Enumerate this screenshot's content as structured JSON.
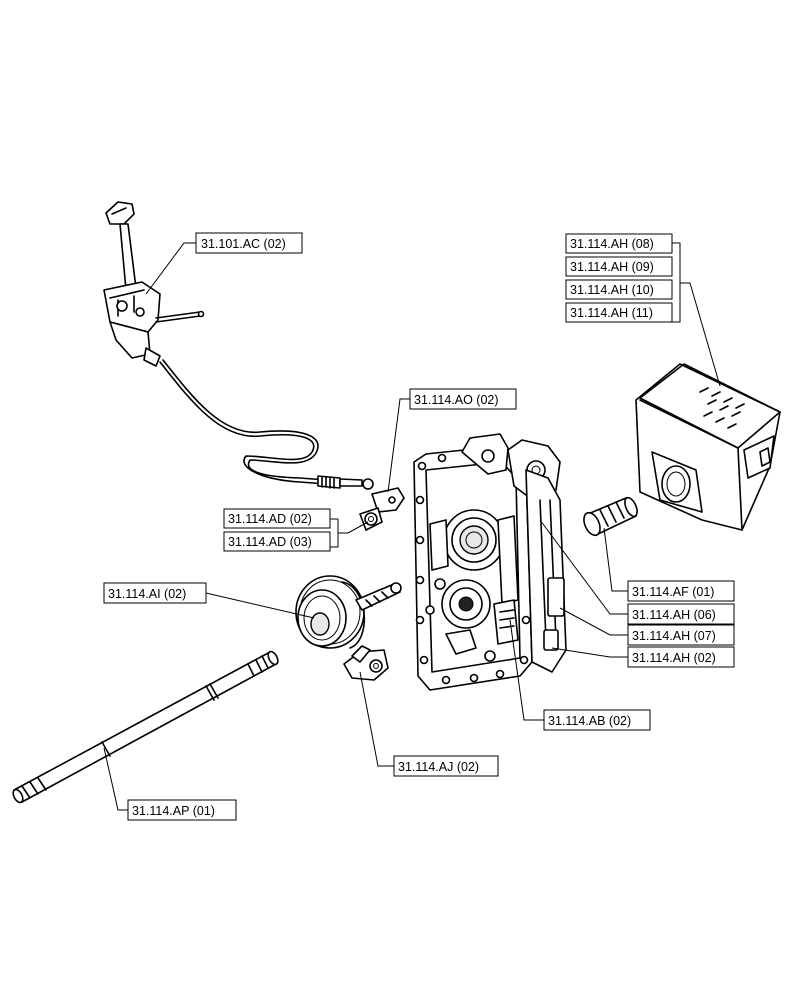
{
  "callouts": {
    "c_101_ac_02": "31.101.AC (02)",
    "c_114_ah_08": "31.114.AH (08)",
    "c_114_ah_09": "31.114.AH (09)",
    "c_114_ah_10": "31.114.AH (10)",
    "c_114_ah_11": "31.114.AH (11)",
    "c_114_ao_02": "31.114.AO (02)",
    "c_114_ad_02": "31.114.AD (02)",
    "c_114_ad_03": "31.114.AD (03)",
    "c_114_ai_02": "31.114.AI (02)",
    "c_114_af_01": "31.114.AF (01)",
    "c_114_ah_06": "31.114.AH (06)",
    "c_114_ah_07": "31.114.AH (07)",
    "c_114_ah_02": "31.114.AH (02)",
    "c_114_ab_02": "31.114.AB (02)",
    "c_114_aj_02": "31.114.AJ (02)",
    "c_114_ap_01": "31.114.AP (01)"
  }
}
